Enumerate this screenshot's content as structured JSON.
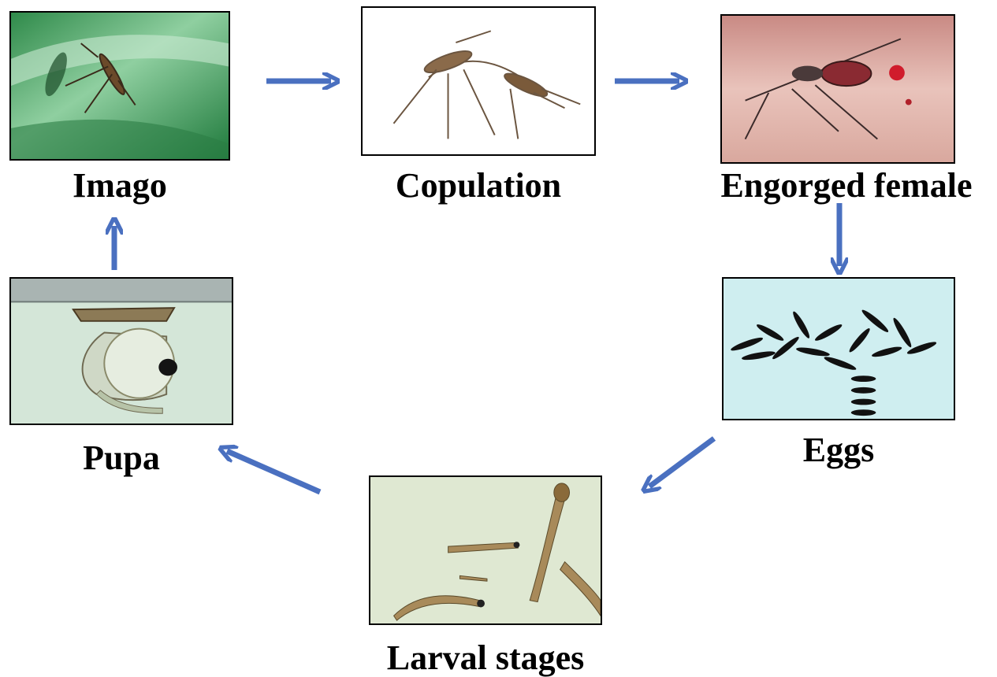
{
  "diagram": {
    "colors": {
      "arrow": "#4a70c0",
      "border": "#000000",
      "text": "#000000"
    },
    "stages": {
      "imago": {
        "label": "Imago",
        "image": "mosquito-on-leaf-photo"
      },
      "copulation": {
        "label": "Copulation",
        "image": "mating-mosquitoes-photo"
      },
      "engorged": {
        "label": "Engorged female",
        "image": "blood-fed-mosquito-photo"
      },
      "eggs": {
        "label": "Eggs",
        "image": "egg-raft-photo"
      },
      "larval": {
        "label": "Larval stages",
        "image": "larvae-in-water-photo"
      },
      "pupa": {
        "label": "Pupa",
        "image": "pupa-at-surface-photo"
      }
    },
    "arrows": [
      {
        "from": "imago",
        "to": "copulation"
      },
      {
        "from": "copulation",
        "to": "engorged"
      },
      {
        "from": "engorged",
        "to": "eggs"
      },
      {
        "from": "eggs",
        "to": "larval"
      },
      {
        "from": "larval",
        "to": "pupa"
      },
      {
        "from": "pupa",
        "to": "imago"
      }
    ]
  }
}
